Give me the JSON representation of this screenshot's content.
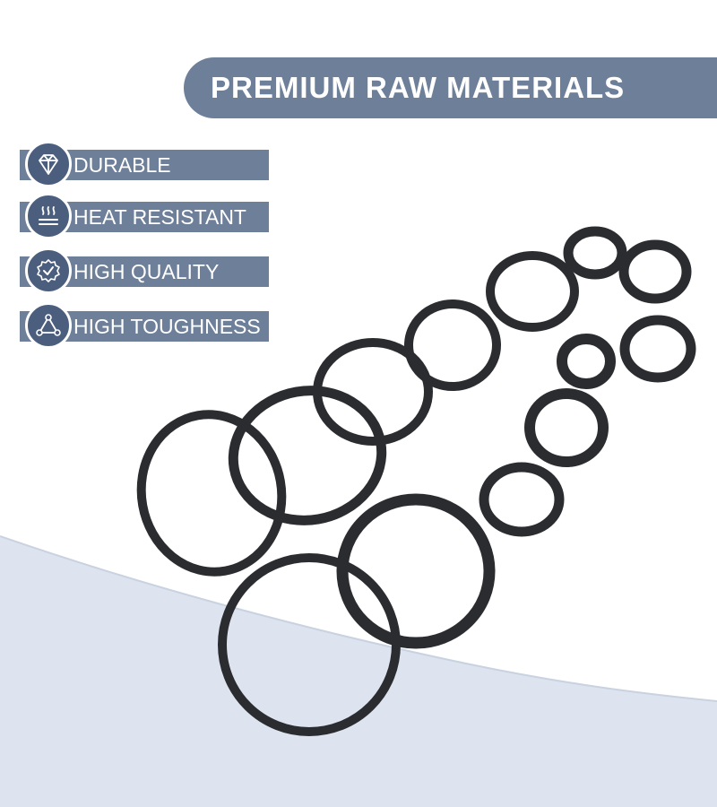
{
  "banner": {
    "title": "PREMIUM RAW MATERIALS"
  },
  "features": [
    {
      "label": "DURABLE",
      "icon": "diamond-icon"
    },
    {
      "label": "HEAT RESISTANT",
      "icon": "heat-waves-icon"
    },
    {
      "label": "HIGH QUALITY",
      "icon": "quality-badge-icon"
    },
    {
      "label": "HIGH TOUGHNESS",
      "icon": "toughness-triangle-icon"
    }
  ],
  "colors": {
    "banner": "#6e7f99",
    "icon_circle": "#4b5e7e",
    "wave": "#dde4ef",
    "ring": "#2a2c30"
  }
}
